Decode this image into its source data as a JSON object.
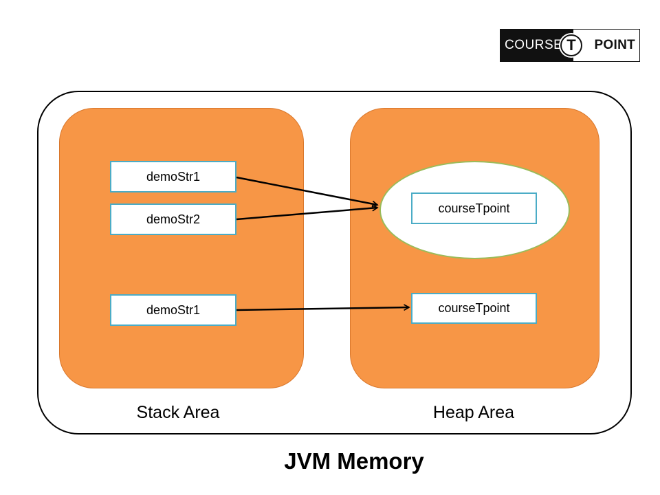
{
  "logo": {
    "left_text": "COURSE",
    "badge_text": "T",
    "right_text": "POINT"
  },
  "stack": {
    "refs": [
      "demoStr1",
      "demoStr2",
      "demoStr1"
    ],
    "label": "Stack Area"
  },
  "heap": {
    "pool_object": "courseTpoint",
    "heap_object": "courseTpoint",
    "label": "Heap Area"
  },
  "title": "JVM Memory",
  "colors": {
    "area_fill": "#f79646",
    "box_border": "#4bacc6",
    "pool_border": "#9bbb59",
    "outline": "#000000"
  }
}
